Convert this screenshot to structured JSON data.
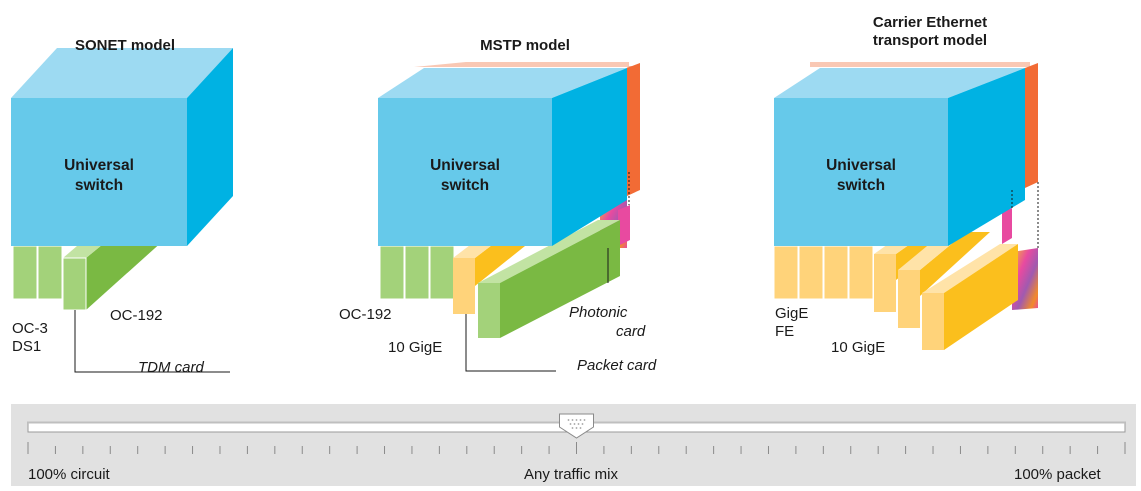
{
  "models": [
    {
      "title_lines": [
        "SONET model"
      ],
      "switch_label_lines": [
        "Universal",
        "switch"
      ],
      "port_labels": [
        "OC-3",
        "DS1"
      ],
      "trunk_label": "OC-192",
      "card_callout": "TDM card"
    },
    {
      "title_lines": [
        "MSTP model"
      ],
      "switch_label_lines": [
        "Universal",
        "switch"
      ],
      "port_labels": [
        "OC-192"
      ],
      "trunk_label": "10 GigE",
      "card_callout": "Packet card",
      "photonic_callout_lines": [
        "Photonic",
        "card"
      ]
    },
    {
      "title_lines": [
        "Carrier Ethernet",
        "transport model"
      ],
      "switch_label_lines": [
        "Universal",
        "switch"
      ],
      "port_labels": [
        "GigE",
        "FE"
      ],
      "trunk_label": "10 GigE"
    }
  ],
  "traffic_slider": {
    "left_label": "100% circuit",
    "center_label": "Any traffic mix",
    "right_label": "100% packet",
    "position_fraction": 0.5
  },
  "colors": {
    "cube_front": "#66c9ea",
    "cube_top": "#9ddaf2",
    "cube_side": "#00b2e3",
    "tdm_green": "#a3d27a",
    "tdm_green_dark": "#7ab943",
    "packet_yellow": "#ffd37a",
    "packet_yellow_dark": "#fbbf1d",
    "photonic_orange": "#f26b35",
    "photonic_magenta": "#e84aa0",
    "slider_bg": "#e1e1e1"
  }
}
